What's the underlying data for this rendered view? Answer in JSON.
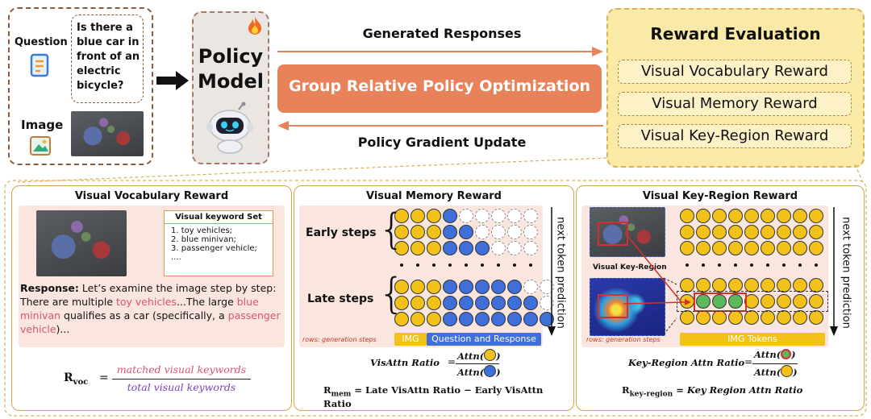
{
  "input": {
    "question_label": "Question",
    "question_text": "Is there a blue car in front of an electric bicycle?",
    "image_label": "Image"
  },
  "policy": {
    "title_line1": "Policy",
    "title_line2": "Model"
  },
  "flow": {
    "generated_responses": "Generated Responses",
    "grpo": "Group Relative Policy Optimization",
    "gradient_update": "Policy Gradient Update"
  },
  "reward_eval": {
    "title": "Reward Evaluation",
    "items": [
      "Visual Vocabulary Reward",
      "Visual Memory Reward",
      "Visual Key-Region Reward"
    ]
  },
  "vocab_panel": {
    "title": "Visual Vocabulary Reward",
    "keyword_set_title": "Visual keyword Set",
    "keywords": [
      "1. toy vehicles;",
      "2. blue minivan;",
      "3. passenger vehicle;",
      "...."
    ],
    "response_label": "Response:",
    "response_intro": "Let’s examine the image step by step:",
    "response_parts": [
      "There are multiple ",
      "toy vehicles",
      "...The large ",
      "blue minivan",
      " qualifies as a car (specifically, a ",
      "passenger vehicle",
      ")..."
    ],
    "formula_lhs": "R",
    "formula_lhs_sub": "voc",
    "formula_num": "matched visual keywords",
    "formula_den": "total visual keywords"
  },
  "memory_panel": {
    "title": "Visual Memory Reward",
    "early_label": "Early steps",
    "late_label": "Late steps",
    "axis_label": "next token prediction",
    "rows_note": "rows: generation steps",
    "img_label": "IMG",
    "qr_label": "Question and Response",
    "ratio_label": "VisAttn Ratio",
    "attn": "Attn",
    "formula_lhs": "R",
    "formula_lhs_sub": "mem",
    "formula_rhs": "= Late VisAttn Ratio − Early VisAttn Ratio"
  },
  "keyregion_panel": {
    "title": "Visual Key-Region Reward",
    "key_region_label": "Visual Key-Region",
    "axis_label": "next token prediction",
    "rows_note": "rows: generation steps",
    "img_tokens_label": "IMG Tokens",
    "ratio_label": "Key-Region Attn Ratio",
    "attn": "Attn",
    "formula_lhs": "R",
    "formula_lhs_sub": "key-region",
    "formula_rhs": "= Key Region Attn Ratio"
  },
  "colors": {
    "yellow": "#f2c21b",
    "blue": "#3f6fd8",
    "green": "#5cb85c",
    "orange": "#e8825a",
    "pink_text": "#d9536f",
    "purple_text": "#7a3fb8",
    "gold_border": "#d7a24a"
  },
  "icons": [
    "flame-icon",
    "robot-icon",
    "document-icon",
    "image-icon",
    "arrow-right-icon"
  ]
}
